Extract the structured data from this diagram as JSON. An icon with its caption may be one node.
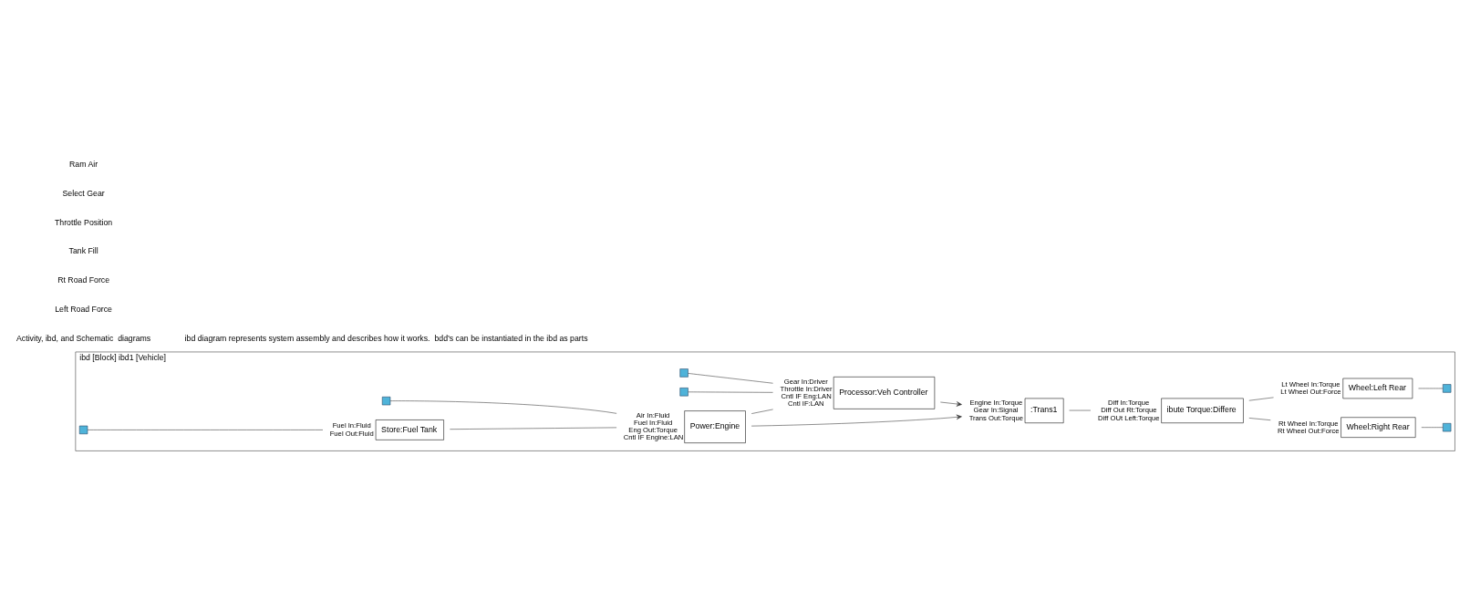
{
  "diagram": {
    "nodes": [
      {
        "text": [
          "ibd [Block] ibd1 [Vehicle]"
        ]
      },
      {
        "text": [],
        "shape": "box",
        "in": 0
      },
      {
        "text": [],
        "shape": "box",
        "in": 0
      },
      {
        "text": [
          "Processor:Veh Controller"
        ],
        "in": 0,
        "beside": [
          "Gear In:Driver",
          "Throttle In:Driver",
          "Cntl IF Eng:LAN",
          "Cntl IF:LAN"
        ]
      },
      {
        "text": [],
        "shape": "box",
        "in": 0
      },
      {
        "text": [
          "Power:Engine"
        ],
        "in": 0,
        "beside": [
          "Air In:Fluid",
          "Fuel In:Fluid",
          "Eng Out:Torque",
          "Cntl IF Engine:LAN"
        ]
      },
      {
        "text": [],
        "shape": "box",
        "in": 0
      },
      {
        "text": [
          "Store:Fuel Tank"
        ],
        "in": 0,
        "beside": [
          "Fuel In:Fluid",
          "Fuel Out:Fluid"
        ]
      },
      {
        "text": [
          ":Trans1"
        ],
        "in": 0,
        "beside": [
          "Engine In:Torque",
          "Gear In:Signal",
          "Trans Out:Torque"
        ]
      },
      {
        "text": [
          "ibute Torque:Differe"
        ],
        "in": 0,
        "beside": [
          "Diff In:Torque",
          "Diff Out Rt:Torque",
          "Diff OUt Left:Torque"
        ]
      },
      {
        "text": [
          "Wheel:Right Rear"
        ],
        "in": 0,
        "beside": [
          "Rt Wheel In:Torque",
          "Rt Wheel Out:Force"
        ]
      },
      {
        "text": [
          "Wheel:Left Rear"
        ],
        "in": 0,
        "beside": [
          "Lt Wheel In:Torque",
          "Lt Wheel Out:Force"
        ]
      },
      {
        "text": [],
        "shape": "box",
        "in": 0
      },
      {
        "text": [],
        "shape": "box",
        "in": 0
      }
    ],
    "edges": [
      {
        "from": 1,
        "to": 3,
        "arrow": "none"
      },
      {
        "from": 2,
        "to": 3,
        "arrow": "none"
      },
      {
        "from": 5,
        "to": 3,
        "arrow": "none"
      },
      {
        "from": 3,
        "to": 8,
        "arrow": "to"
      },
      {
        "from": 5,
        "to": 8,
        "arrow": "to"
      },
      {
        "from": 4,
        "to": 5,
        "arrow": "none"
      },
      {
        "from": 6,
        "to": 7,
        "arrow": "none"
      },
      {
        "from": 7,
        "to": 5,
        "arrow": "none"
      },
      {
        "from": 8,
        "to": 9,
        "arrow": "none"
      },
      {
        "from": 9,
        "to": 10,
        "arrow": "none"
      },
      {
        "from": 9,
        "to": 11,
        "arrow": "none"
      },
      {
        "from": 10,
        "to": 12,
        "arrow": "none"
      },
      {
        "from": 11,
        "to": 13,
        "arrow": "none"
      }
    ],
    "labels": [
      "Ram Air",
      "Select Gear",
      "Throttle Position",
      "Tank Fill",
      "Rt Road Force",
      "Left Road Force",
      "ibd diagram represents system assembly and describes how it works.  bdd’s can be instantiated in the ibd as parts",
      "Activity, ibd, and Schematic  diagrams"
    ]
  }
}
